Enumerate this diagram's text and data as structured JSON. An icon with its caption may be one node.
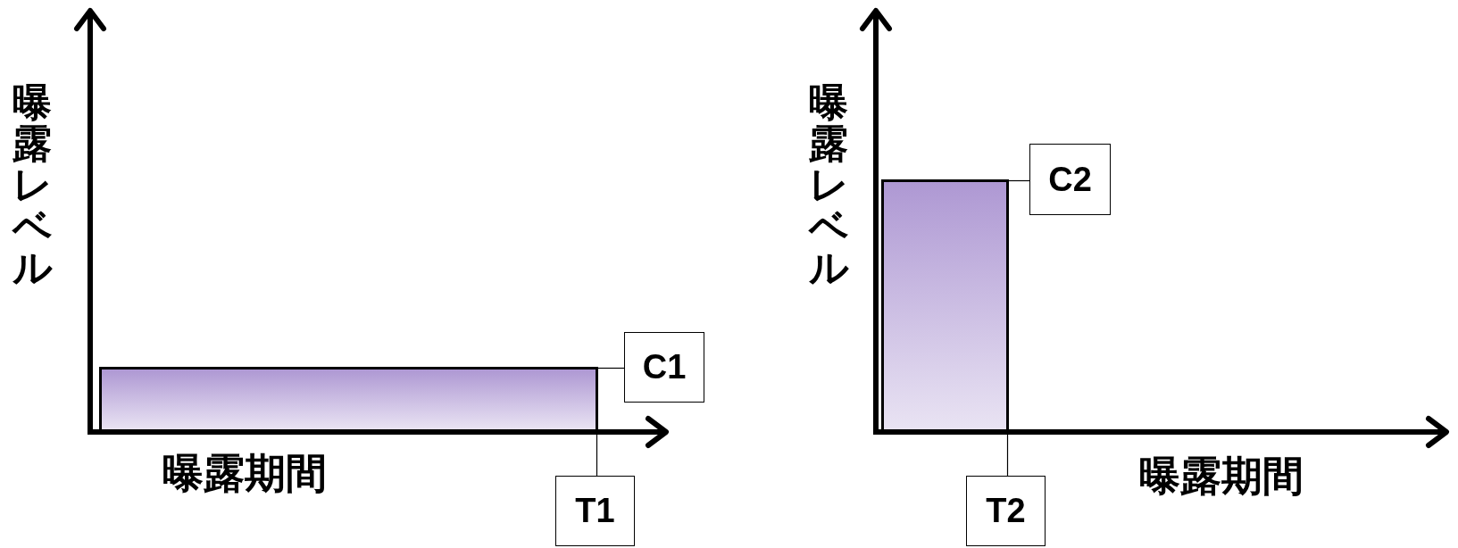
{
  "diagram": {
    "nodes": [
      {
        "text": [],
        "shape": "box"
      },
      {
        "text": [
          "C1"
        ]
      },
      {
        "text": [
          "T1"
        ]
      },
      {
        "text": [],
        "shape": "box"
      },
      {
        "text": [
          "C2"
        ]
      },
      {
        "text": [
          "T2"
        ]
      }
    ],
    "edges": [
      {
        "from": 1,
        "to": 0,
        "arrow": "none"
      },
      {
        "from": 2,
        "to": 0,
        "arrow": "none"
      },
      {
        "from": 4,
        "to": 3,
        "arrow": "none"
      },
      {
        "from": 5,
        "to": 3,
        "arrow": "none"
      }
    ],
    "labels": [
      "曝露レベル",
      "曝露期間",
      "曝露レベル",
      "曝露期間"
    ]
  }
}
